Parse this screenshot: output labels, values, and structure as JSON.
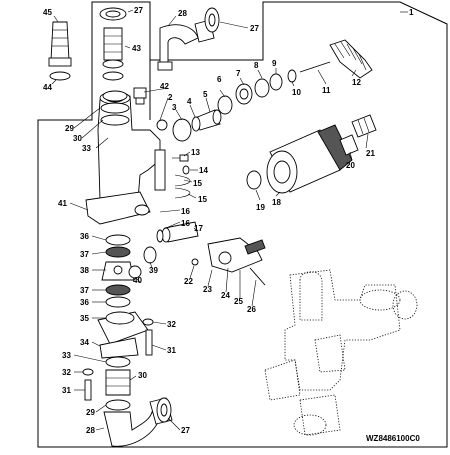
{
  "drawing_id": "WZ8486100C0",
  "callouts": [
    {
      "key": "c1",
      "text": "1"
    },
    {
      "key": "c45",
      "text": "45"
    },
    {
      "key": "c44",
      "text": "44"
    },
    {
      "key": "c27a",
      "text": "27"
    },
    {
      "key": "c43",
      "text": "43"
    },
    {
      "key": "c28a",
      "text": "28"
    },
    {
      "key": "c27b",
      "text": "27"
    },
    {
      "key": "c42",
      "text": "42"
    },
    {
      "key": "c2",
      "text": "2"
    },
    {
      "key": "c3",
      "text": "3"
    },
    {
      "key": "c4",
      "text": "4"
    },
    {
      "key": "c5",
      "text": "5"
    },
    {
      "key": "c6",
      "text": "6"
    },
    {
      "key": "c7",
      "text": "7"
    },
    {
      "key": "c8",
      "text": "8"
    },
    {
      "key": "c9",
      "text": "9"
    },
    {
      "key": "c10",
      "text": "10"
    },
    {
      "key": "c11",
      "text": "11"
    },
    {
      "key": "c12",
      "text": "12"
    },
    {
      "key": "c29a",
      "text": "29"
    },
    {
      "key": "c30a",
      "text": "30"
    },
    {
      "key": "c33a",
      "text": "33"
    },
    {
      "key": "c13",
      "text": "13"
    },
    {
      "key": "c14",
      "text": "14"
    },
    {
      "key": "c15a",
      "text": "15"
    },
    {
      "key": "c15b",
      "text": "15"
    },
    {
      "key": "c20",
      "text": "20"
    },
    {
      "key": "c21",
      "text": "21"
    },
    {
      "key": "c19",
      "text": "19"
    },
    {
      "key": "c18",
      "text": "18"
    },
    {
      "key": "c41",
      "text": "41"
    },
    {
      "key": "c16a",
      "text": "16"
    },
    {
      "key": "c16b",
      "text": "16"
    },
    {
      "key": "c17",
      "text": "17"
    },
    {
      "key": "c36a",
      "text": "36"
    },
    {
      "key": "c37a",
      "text": "37"
    },
    {
      "key": "c39",
      "text": "39"
    },
    {
      "key": "c38",
      "text": "38"
    },
    {
      "key": "c40",
      "text": "40"
    },
    {
      "key": "c22",
      "text": "22"
    },
    {
      "key": "c23",
      "text": "23"
    },
    {
      "key": "c24",
      "text": "24"
    },
    {
      "key": "c25",
      "text": "25"
    },
    {
      "key": "c26",
      "text": "26"
    },
    {
      "key": "c37b",
      "text": "37"
    },
    {
      "key": "c36b",
      "text": "36"
    },
    {
      "key": "c35",
      "text": "35"
    },
    {
      "key": "c32a",
      "text": "32"
    },
    {
      "key": "c34",
      "text": "34"
    },
    {
      "key": "c31a",
      "text": "31"
    },
    {
      "key": "c33b",
      "text": "33"
    },
    {
      "key": "c32b",
      "text": "32"
    },
    {
      "key": "c30b",
      "text": "30"
    },
    {
      "key": "c31b",
      "text": "31"
    },
    {
      "key": "c29b",
      "text": "29"
    },
    {
      "key": "c28b",
      "text": "28"
    },
    {
      "key": "c27c",
      "text": "27"
    }
  ]
}
